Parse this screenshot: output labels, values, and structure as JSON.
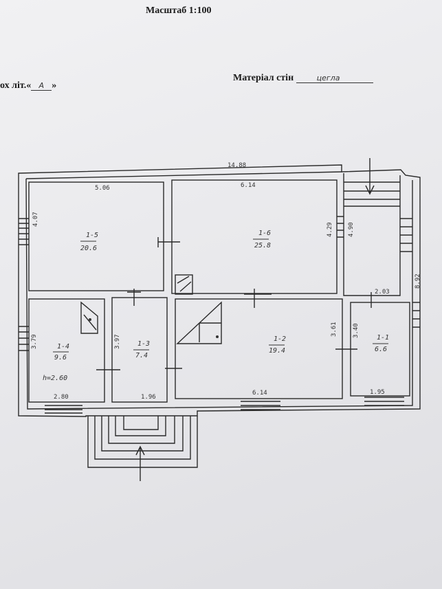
{
  "header": {
    "scale": "Масштаб 1:100",
    "letter_prefix": "ох літ.«",
    "letter_value": "А",
    "letter_suffix": "»",
    "material_label": "Матеріал стін",
    "material_value": "цегла"
  },
  "plan": {
    "total_length": "14.88",
    "total_width": "8.92",
    "dims": {
      "r15_top": "5.06",
      "r16_top": "6.14",
      "r15_side": "4.07",
      "r16_side": "4.29",
      "corridor_side": "4.90",
      "r11_top": "2.03",
      "r12_side": "3.61",
      "r11_side": "3.40",
      "r11_bottom": "1.95",
      "r12_bottom": "6.14",
      "r14_side": "3.79",
      "r13_side": "3.97",
      "r14_bottom": "2.80",
      "r13_bottom": "1.96",
      "height": "h=2.60"
    },
    "rooms": [
      {
        "id": "1-5",
        "area": "20.6"
      },
      {
        "id": "1-6",
        "area": "25.8"
      },
      {
        "id": "1-4",
        "area": "9.6"
      },
      {
        "id": "1-3",
        "area": "7.4"
      },
      {
        "id": "1-2",
        "area": "19.4"
      },
      {
        "id": "1-1",
        "area": "6.6"
      }
    ]
  }
}
